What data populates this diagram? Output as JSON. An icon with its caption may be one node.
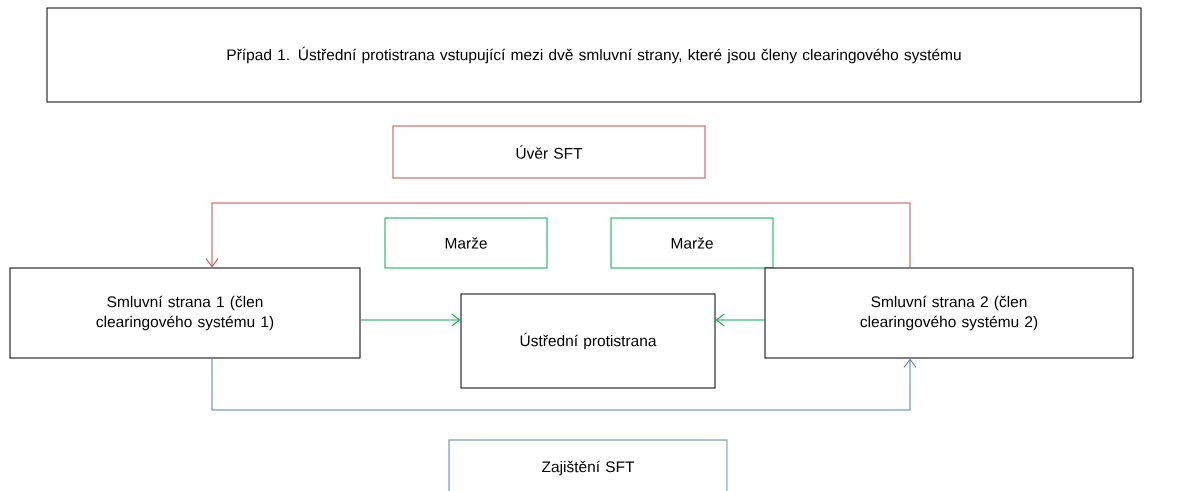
{
  "diagram": {
    "nodes": [
      {
        "text": [
          "Případ 1. Ústřední protistrana vstupující mezi dvě smluvní strany, které jsou členy clearingového systému"
        ]
      },
      {
        "text": [
          "Úvěr SFT"
        ]
      },
      {
        "text": [
          "Marže"
        ]
      },
      {
        "text": [
          "Marže"
        ]
      },
      {
        "text": [
          "Smluvní strana 1 (člen clearingového systému 1)"
        ]
      },
      {
        "text": [
          "Ústřední protistrana"
        ]
      },
      {
        "text": [
          "Smluvní strana 2 (člen clearingového systému 2)"
        ]
      },
      {
        "text": [
          "Zajištění SFT"
        ]
      }
    ],
    "edges": [
      {
        "from": 6,
        "to": 4,
        "arrow": "to",
        "color": "#c0504d"
      },
      {
        "from": 4,
        "to": 5,
        "arrow": "to",
        "color": "#00b050"
      },
      {
        "from": 6,
        "to": 5,
        "arrow": "to",
        "color": "#00b050"
      },
      {
        "from": 4,
        "to": 6,
        "arrow": "to",
        "color": "#4f81bd"
      }
    ]
  }
}
